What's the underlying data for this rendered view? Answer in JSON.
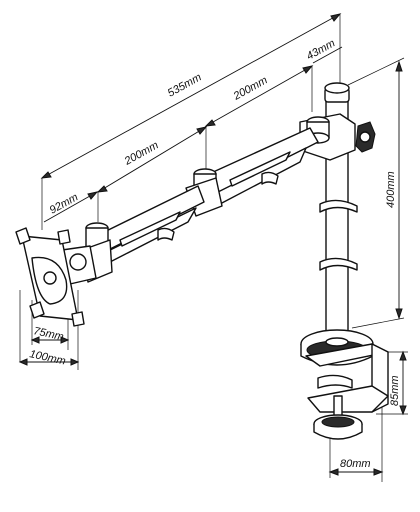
{
  "dimensions": {
    "total_reach": "535mm",
    "arm_segment_outer": "200mm",
    "arm_segment_inner": "200mm",
    "vesa_offset": "92mm",
    "pole_offset": "43mm",
    "pole_height": "400mm",
    "vesa_small": "75mm",
    "vesa_large": "100mm",
    "clamp_range": "85mm",
    "clamp_depth": "80mm"
  }
}
